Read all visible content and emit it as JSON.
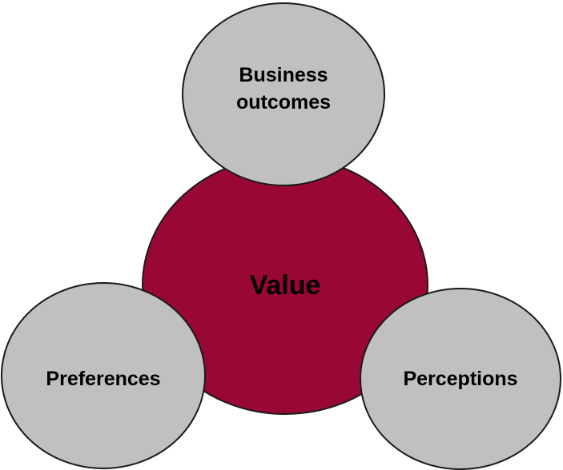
{
  "diagram": {
    "center": {
      "label": "Value",
      "color": "#990834"
    },
    "satellites": {
      "top": {
        "label_line1": "Business",
        "label_line2": "outcomes"
      },
      "left": {
        "label": "Preferences"
      },
      "right": {
        "label": "Perceptions"
      },
      "color": "#c0c0c0"
    },
    "outline_color": "#1a1a1a"
  }
}
